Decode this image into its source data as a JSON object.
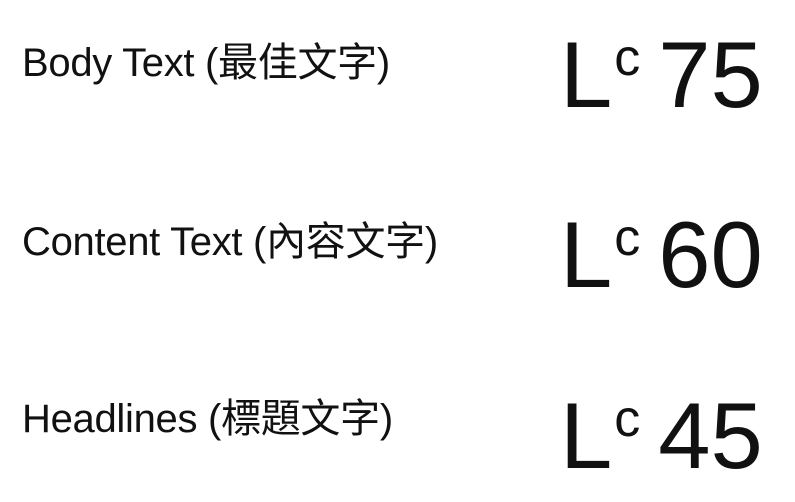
{
  "rows": [
    {
      "label": "Body Text (最佳文字)",
      "symbol": "L",
      "symbol_sup": "c",
      "value": "75"
    },
    {
      "label": "Content Text (內容文字)",
      "symbol": "L",
      "symbol_sup": "c",
      "value": "60"
    },
    {
      "label": "Headlines (標題文字)",
      "symbol": "L",
      "symbol_sup": "c",
      "value": "45"
    }
  ],
  "colors": {
    "text": "#111111",
    "background": "#ffffff"
  }
}
